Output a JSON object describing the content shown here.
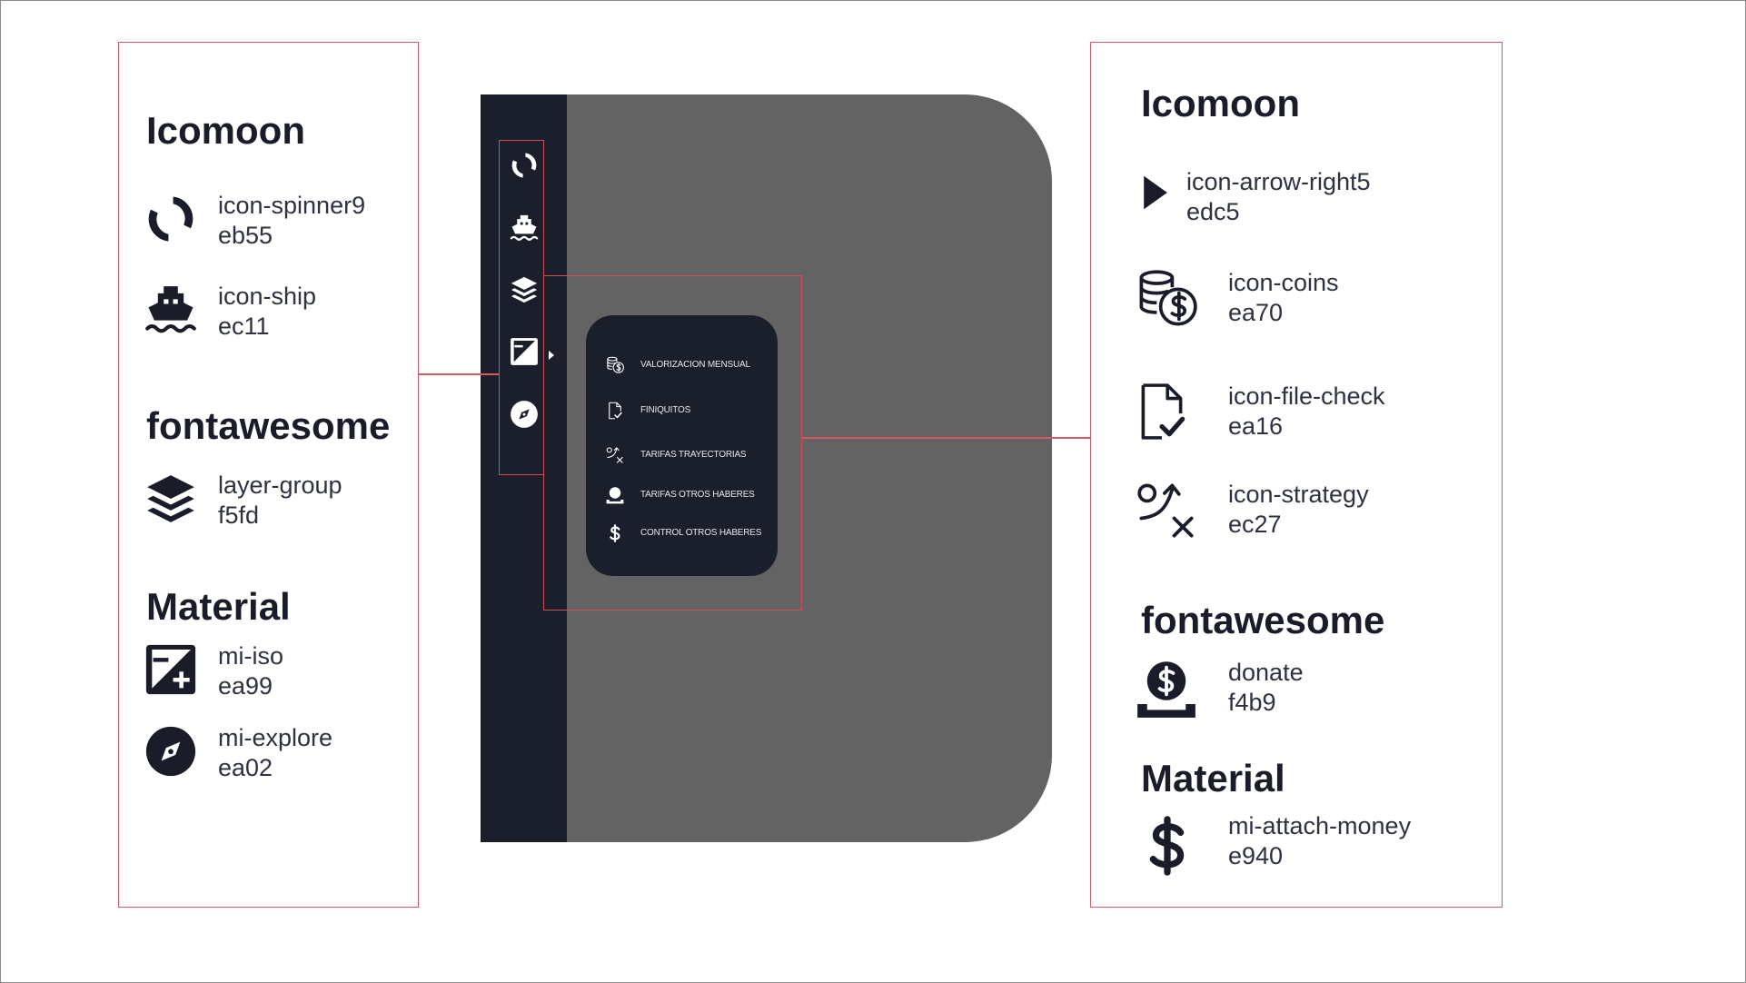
{
  "left_panel": {
    "icomoon_title": "Icomoon",
    "spinner": {
      "name": "icon-spinner9",
      "code": "eb55"
    },
    "ship": {
      "name": "icon-ship",
      "code": "ec11"
    },
    "fontawesome_title": "fontawesome",
    "layer": {
      "name": "layer-group",
      "code": "f5fd"
    },
    "material_title": "Material",
    "iso": {
      "name": "mi-iso",
      "code": "ea99"
    },
    "explore": {
      "name": "mi-explore",
      "code": "ea02"
    }
  },
  "right_panel": {
    "icomoon_title": "Icomoon",
    "arrow": {
      "name": "icon-arrow-right5",
      "code": "edc5"
    },
    "coins": {
      "name": "icon-coins",
      "code": "ea70"
    },
    "filecheck": {
      "name": "icon-file-check",
      "code": "ea16"
    },
    "strategy": {
      "name": "icon-strategy",
      "code": "ec27"
    },
    "fontawesome_title": "fontawesome",
    "donate": {
      "name": "donate",
      "code": "f4b9"
    },
    "material_title": "Material",
    "money": {
      "name": "mi-attach-money",
      "code": "e940"
    }
  },
  "menu": {
    "items": [
      {
        "label": "VALORIZACION MENSUAL",
        "icon": "coins-icon"
      },
      {
        "label": "FINIQUITOS",
        "icon": "file-check-icon"
      },
      {
        "label": "TARIFAS TRAYECTORIAS",
        "icon": "strategy-icon"
      },
      {
        "label": "TARIFAS OTROS HABERES",
        "icon": "donate-icon"
      },
      {
        "label": "CONTROL OTROS HABERES",
        "icon": "money-icon"
      }
    ]
  },
  "sidebar": {
    "icons": [
      "spinner-icon",
      "ship-icon",
      "layer-group-icon",
      "iso-icon",
      "explore-icon"
    ]
  },
  "colors": {
    "dark": "#1b1f2c",
    "text": "#2e3140",
    "accent_red": "#d65a63",
    "canvas_gray": "#636363"
  }
}
